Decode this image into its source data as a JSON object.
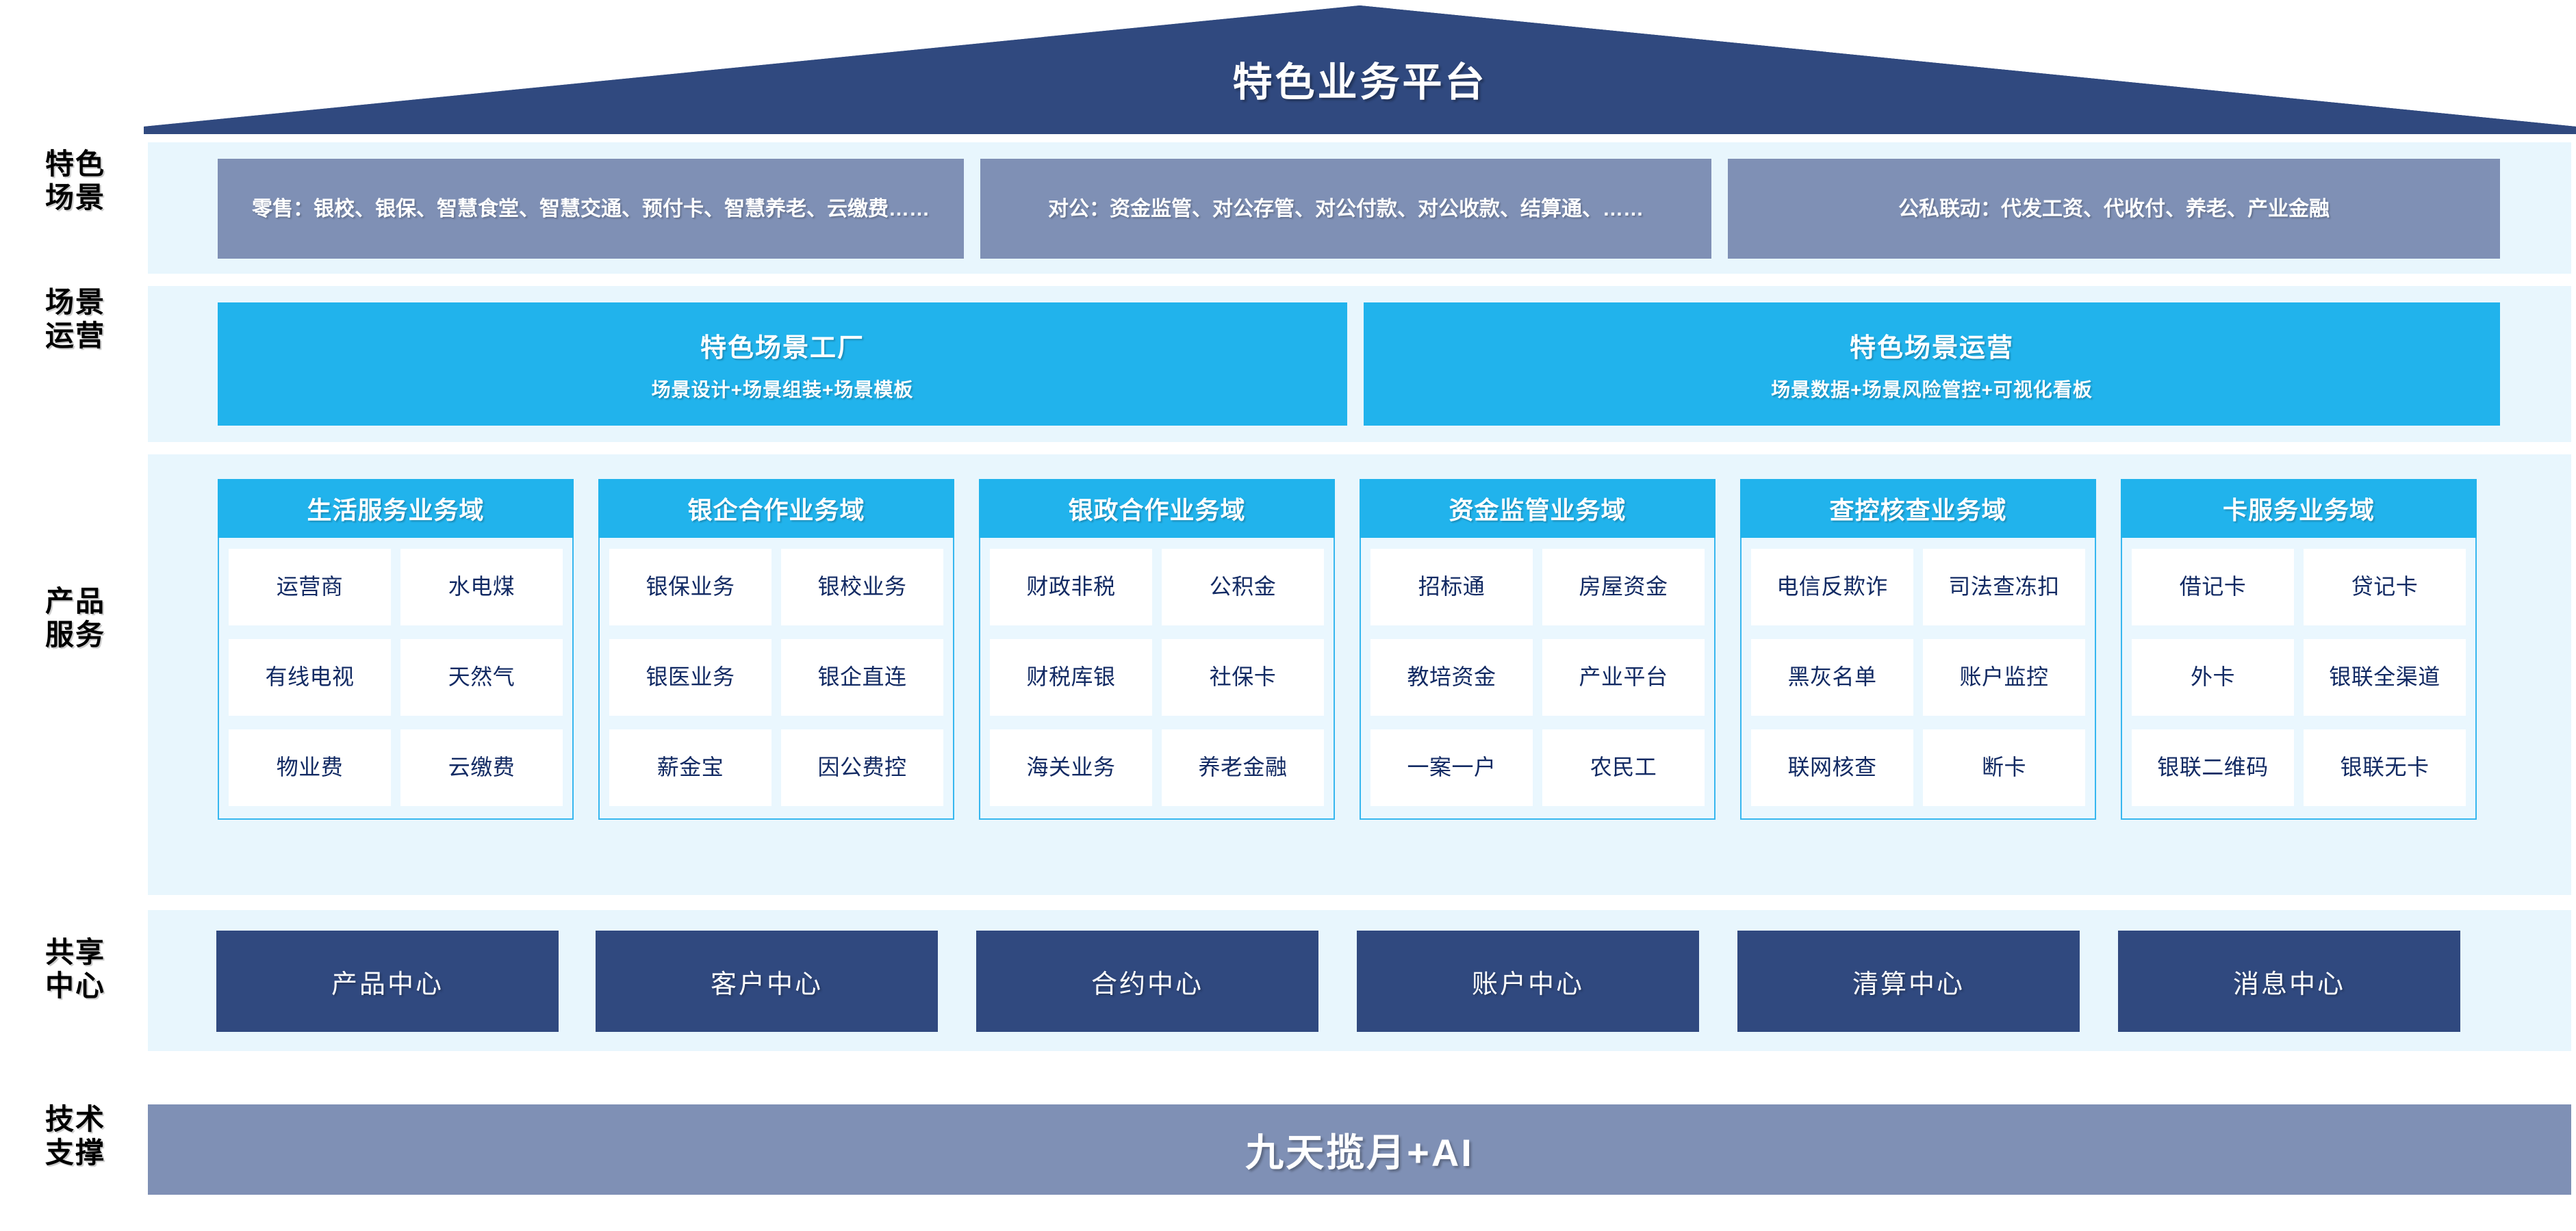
{
  "header": {
    "title": "特色业务平台"
  },
  "rail": {
    "labels": [
      "特色\n场景",
      "场景\n运营",
      "产品\n服务",
      "共享\n中心",
      "技术\n支撑"
    ],
    "l1_line1": "特色",
    "l1_line2": "场景",
    "l2_line1": "场景",
    "l2_line2": "运营",
    "l3_line1": "产品",
    "l3_line2": "服务",
    "l4_line1": "共享",
    "l4_line2": "中心",
    "l5_line1": "技术",
    "l5_line2": "支撑"
  },
  "scenes": {
    "retail": "零售：银校、银保、智慧食堂、智慧交通、预付卡、智慧养老、云缴费……",
    "corporate": "对公：资金监管、对公存管、对公付款、对公收款、结算通、……",
    "linkage": "公私联动：代发工资、代收付、养老、产业金融"
  },
  "operations": [
    {
      "title": "特色场景工厂",
      "subtitle": "场景设计+场景组装+场景模板"
    },
    {
      "title": "特色场景运营",
      "subtitle": "场景数据+场景风险管控+可视化看板"
    }
  ],
  "domains": [
    {
      "title": "生活服务业务域",
      "items": [
        "运营商",
        "水电煤",
        "有线电视",
        "天然气",
        "物业费",
        "云缴费"
      ]
    },
    {
      "title": "银企合作业务域",
      "items": [
        "银保业务",
        "银校业务",
        "银医业务",
        "银企直连",
        "薪金宝",
        "因公费控"
      ]
    },
    {
      "title": "银政合作业务域",
      "items": [
        "财政非税",
        "公积金",
        "财税库银",
        "社保卡",
        "海关业务",
        "养老金融"
      ]
    },
    {
      "title": "资金监管业务域",
      "items": [
        "招标通",
        "房屋资金",
        "教培资金",
        "产业平台",
        "一案一户",
        "农民工"
      ]
    },
    {
      "title": "查控核查业务域",
      "items": [
        "电信\n反欺诈",
        "司法\n查冻扣",
        "黑灰名单",
        "账户监控",
        "联网核查",
        "断卡"
      ]
    },
    {
      "title": "卡服务业务域",
      "items": [
        "借记卡",
        "贷记卡",
        "外卡",
        "银联\n全渠道",
        "银联\n二维码",
        "银联无卡"
      ]
    }
  ],
  "shared_centers": [
    "产品中心",
    "客户中心",
    "合约中心",
    "账户中心",
    "清算中心",
    "消息中心"
  ],
  "tech_support": {
    "label": "九天揽月+AI"
  },
  "colors": {
    "roof_navy": "#30497f",
    "scene_slate": "#7f90b5",
    "cyan": "#21b3ec",
    "band_light": "#e8f6fd",
    "cell_text": "#122a63",
    "center_navy": "#30497f",
    "tech_slate": "#7f90b5"
  }
}
